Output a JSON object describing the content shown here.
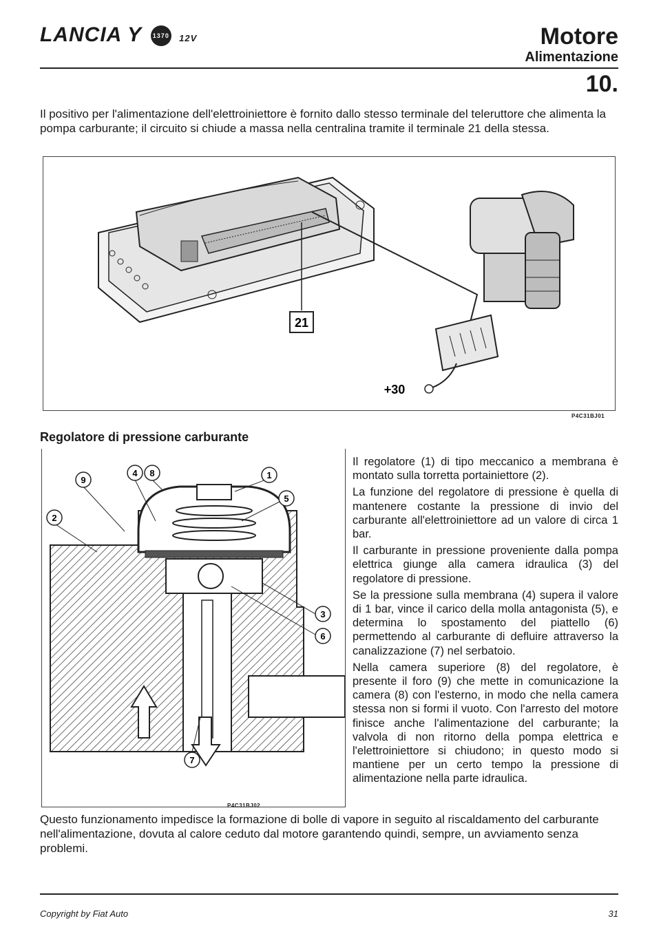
{
  "header": {
    "brand": "LANCIA Y",
    "badge": "1370",
    "brand_suffix": "12V",
    "title": "Motore",
    "subtitle": "Alimentazione",
    "section_number": "10."
  },
  "intro_text": "Il positivo per l'alimentazione dell'elettroiniettore è fornito dallo stesso terminale del teleruttore che alimenta la pompa carburante; il circuito si chiude a massa nella centralina tramite il terminale 21 della stessa.",
  "figure1": {
    "label_terminal": "21",
    "label_positive": "+30",
    "code": "P4C31BJ01"
  },
  "section_heading": "Regolatore di pressione carburante",
  "figure2": {
    "callouts": [
      "4",
      "8",
      "9",
      "1",
      "5",
      "2",
      "3",
      "6",
      "7"
    ],
    "code": "P4C31BJ02"
  },
  "paragraphs": [
    "Il regolatore (1) di tipo meccanico a membrana è montato sulla torretta portainiettore (2).",
    "La funzione del regolatore di pressione è quella di mantenere costante la pressione di invio del carburante all'elettroiniettore ad un valore di circa 1 bar.",
    "Il carburante in pressione proveniente dalla pompa elettrica giunge alla camera idraulica (3) del regolatore di pressione.",
    "Se la pressione sulla membrana (4) supera il valore di 1 bar, vince il carico della molla antagonista (5), e determina lo spostamento del piattello (6) permettendo al carburante di defluire attraverso la canalizzazione (7) nel serbatoio.",
    "Nella camera superiore (8) del regolatore, è presente il foro (9) che mette in comunicazione la camera (8) con l'esterno, in modo che nella camera stessa non si formi il vuoto. Con l'arresto del motore finisce anche l'alimentazione del carburante; la valvola di non ritorno della pompa elettrica e l'elettroiniettore si chiudono; in questo modo si mantiene per un certo tempo la pressione di alimentazione nella parte idraulica."
  ],
  "outro_text": "Questo funzionamento impedisce la formazione di bolle di vapore in seguito al riscaldamento del carburante nell'alimentazione, dovuta al calore ceduto dal motore garantendo quindi, sempre, un avviamento senza problemi.",
  "footer": {
    "copyright": "Copyright by Fiat Auto",
    "page_number": "31"
  }
}
